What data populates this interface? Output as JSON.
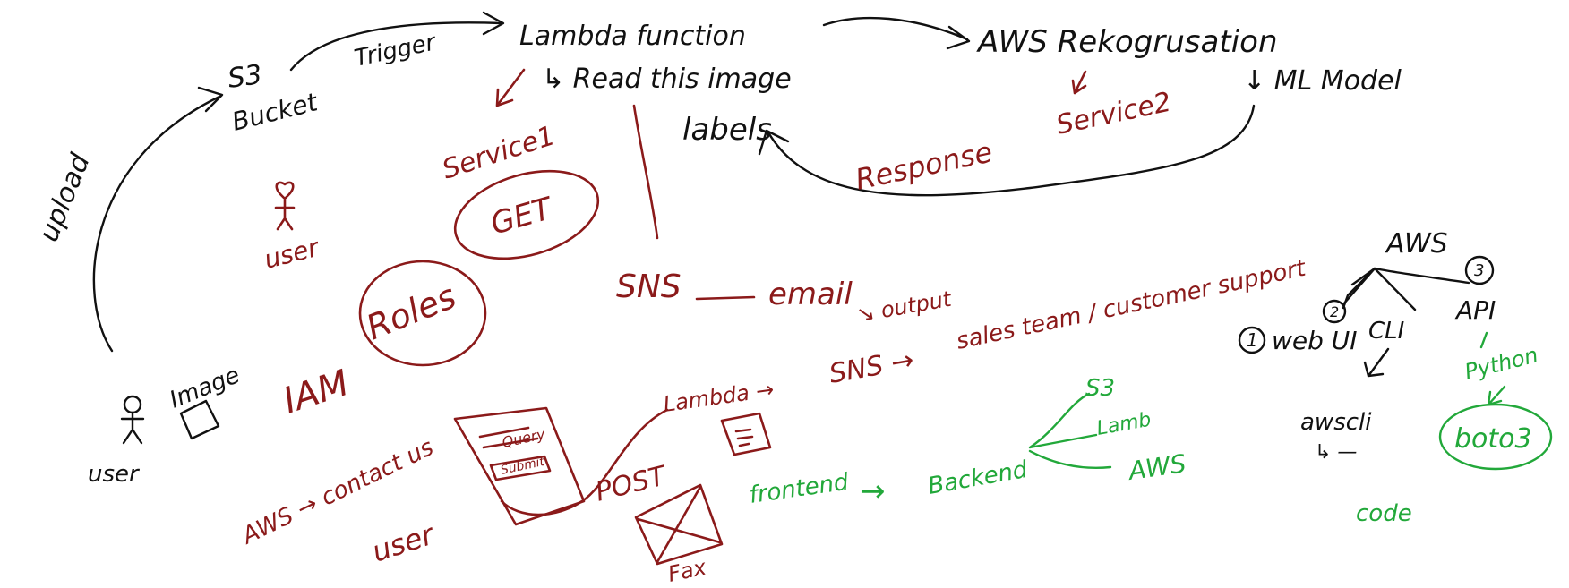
{
  "colors": {
    "ink": "#111111",
    "maroon": "#8b1a1a",
    "green": "#22a83a"
  },
  "black_labels": {
    "upload": "upload",
    "s3_bucket_line1": "S3",
    "s3_bucket_line2": "Bucket",
    "trigger": "Trigger",
    "lambda_function": "Lambda function",
    "read_image": "↳ Read this image",
    "labels": "labels",
    "aws_rekognition": "AWS Rekogrusation",
    "ml_model": "↓ ML Model",
    "image": "Image",
    "user_bottom": "user",
    "aws_root": "AWS",
    "num_1": "1",
    "web_ui": "web UI",
    "num_2": "2",
    "cli": "CLI",
    "num_3": "3",
    "api": "API",
    "awscli": "awscli",
    "awscli_sub": "↳ —"
  },
  "maroon_labels": {
    "service1": "Service1",
    "get": "GET",
    "response": "Response",
    "service2": "Service2",
    "user_fig": "user",
    "iam": "IAM",
    "roles": "Roles",
    "sns_top": "SNS",
    "email": "email",
    "output": "↘ output",
    "sns_mid": "SNS →",
    "sales_team": "sales team / customer support",
    "lambda_small": "Lambda →",
    "aws_contact": "AWS → contact us",
    "user_form": "user",
    "post": "POST",
    "form_query": "Query",
    "form_submit": "Submit",
    "fax": "Fax"
  },
  "green_labels": {
    "python": "Python",
    "boto3": "boto3",
    "code": "code",
    "frontend": "frontend",
    "backend": "Backend",
    "s3": "S3",
    "lamb": "Lamb",
    "aws": "AWS",
    "arrow": "→"
  }
}
